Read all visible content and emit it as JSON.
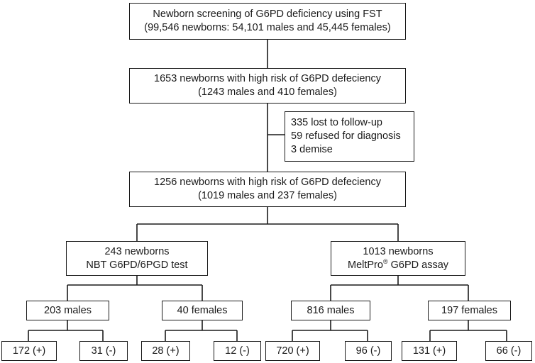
{
  "nodes": {
    "screening": {
      "line1": "Newborn screening of G6PD deficiency using FST",
      "line2": "(99,546 newborns: 54,101 males and 45,445 females)"
    },
    "high_risk_initial": {
      "line1": "1653 newborns with high risk of G6PD defeciency",
      "line2": "(1243 males and 410 females)"
    },
    "excluded": {
      "line1": "335 lost to follow-up",
      "line2": "59 refused for diagnosis",
      "line3": "3 demise"
    },
    "high_risk_final": {
      "line1": "1256 newborns with high risk of G6PD defeciency",
      "line2": "(1019 males and 237 females)"
    },
    "nbt_group": {
      "line1": "243 newborns",
      "line2": "NBT G6PD/6PGD test"
    },
    "meltpro_group": {
      "line1": "1013 newborns",
      "line2_prefix": "MeltPro",
      "line2_sup": "®",
      "line2_suffix": " G6PD assay"
    },
    "nbt_males": {
      "label": "203 males"
    },
    "nbt_females": {
      "label": "40 females"
    },
    "meltpro_males": {
      "label": "816 males"
    },
    "meltpro_females": {
      "label": "197 females"
    },
    "nbt_males_pos": {
      "label": "172 (+)"
    },
    "nbt_males_neg": {
      "label": "31 (-)"
    },
    "nbt_females_pos": {
      "label": "28 (+)"
    },
    "nbt_females_neg": {
      "label": "12 (-)"
    },
    "meltpro_males_pos": {
      "label": "720 (+)"
    },
    "meltpro_males_neg": {
      "label": "96 (-)"
    },
    "meltpro_females_pos": {
      "label": "131 (+)"
    },
    "meltpro_females_neg": {
      "label": "66 (-)"
    }
  },
  "colors": {
    "line": "#1a1a1a",
    "background": "#ffffff"
  }
}
